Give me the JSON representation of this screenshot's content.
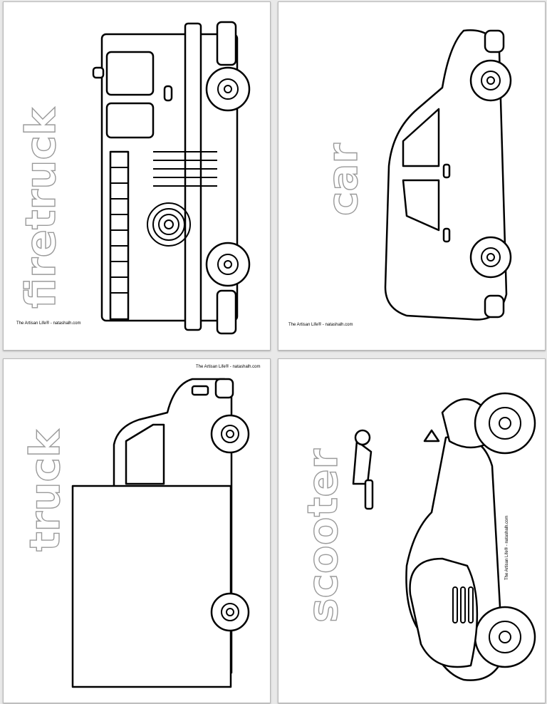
{
  "pages": [
    {
      "word": "firetruck",
      "credit": "The Artisan Life® - natashalh.com",
      "illustration": "firetruck-icon"
    },
    {
      "word": "car",
      "credit": "The Artisan Life® - natashalh.com",
      "illustration": "car-icon"
    },
    {
      "word": "truck",
      "credit": "The Artisan Life® - natashalh.com",
      "illustration": "truck-icon"
    },
    {
      "word": "scooter",
      "credit": "The Artisan Life® - natashalh.com",
      "illustration": "scooter-icon"
    }
  ]
}
